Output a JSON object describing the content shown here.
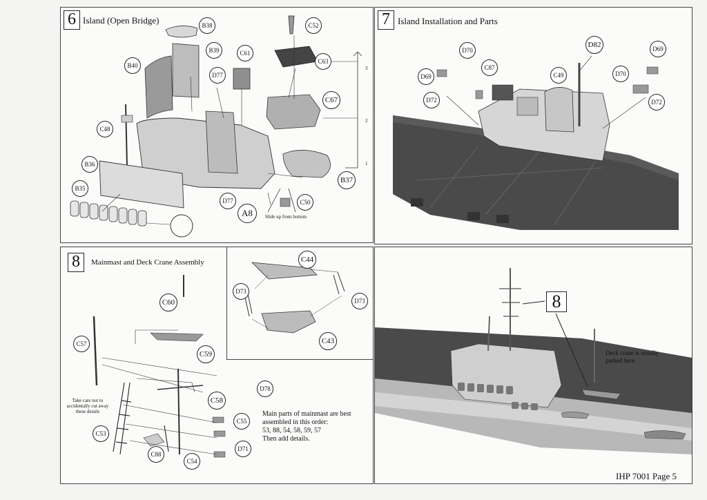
{
  "page_label": "IHP 7001 Page 5",
  "step6": {
    "number": "6",
    "title": "Island (Open Bridge)",
    "callouts": [
      "B38",
      "C52",
      "B39",
      "B40",
      "C61",
      "C63",
      "D77",
      "C67",
      "C48",
      "B36",
      "B37",
      "B35",
      "D77",
      "C50",
      "A8"
    ],
    "sequence": [
      "3",
      "2",
      "1"
    ],
    "note": "Slide up from bottom"
  },
  "step7": {
    "number": "7",
    "title": "Island Installation and Parts",
    "callouts": [
      "D70",
      "D82",
      "D69",
      "C87",
      "D69",
      "C49",
      "D70",
      "D72",
      "D72"
    ]
  },
  "step8": {
    "number": "8",
    "title": "Mainmast and Deck Crane Assembly",
    "callouts": [
      "C60",
      "C57",
      "C59",
      "C58",
      "D78",
      "C55",
      "C53",
      "D71",
      "C88",
      "C54"
    ],
    "inset_callouts": [
      "C44",
      "D73",
      "D73",
      "C43"
    ],
    "warning_note": "Take care not to accidentally cut away these details",
    "order_note": {
      "line1": "Main parts of mainmast are best",
      "line2": "assembled in this order:",
      "line3": "53, 88, 54, 58, 59, 57",
      "line4": "Then add details."
    }
  },
  "overview": {
    "label": "8",
    "note_line1": "Deck crane is usually",
    "note_line2": "parked here"
  }
}
